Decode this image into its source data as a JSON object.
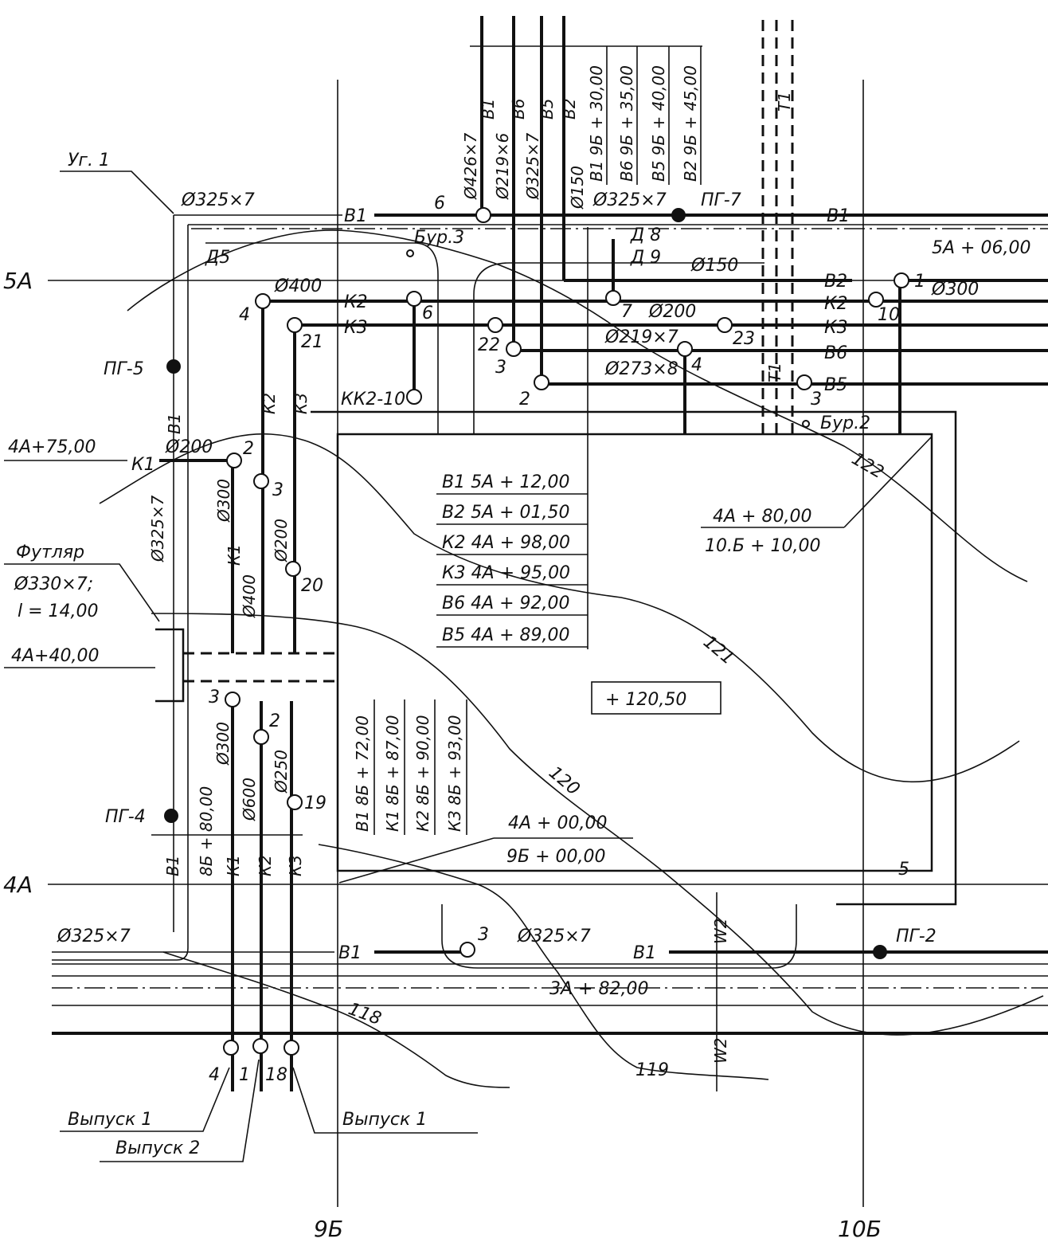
{
  "callouts": {
    "ug1": "Уг. 1",
    "futlyar": "Футляр",
    "futlyar_d": "Ø330×7;",
    "futlyar_l": "l = 14,00",
    "bur2": "Бур.2",
    "bur3": "Бур.3",
    "vypusk1_left": "Выпуск 1",
    "vypusk2": "Выпуск 2",
    "vypusk1_right": "Выпуск 1",
    "elev": "+ 120,50"
  },
  "axes": {
    "a5": "5А",
    "a4": "4А",
    "b9": "9Б",
    "b10": "10Б"
  },
  "chainage": {
    "a4_75": "4А+75,00",
    "a4_40": "4А+40,00",
    "a5_06": "5А + 06,00",
    "a4_80": "4А + 80,00",
    "b10_10": "10.Б + 10,00",
    "a4_00": "4А + 00,00",
    "b9_00": "9Б + 00,00",
    "a3_82": "3А + 82,00",
    "b8_80": "8Б + 80,00"
  },
  "hydrants": {
    "pg2": "ПГ-2",
    "pg4": "ПГ-4",
    "pg5": "ПГ-5",
    "pg7": "ПГ-7"
  },
  "pipes": {
    "b1": "В1",
    "b2": "В2",
    "b5": "В5",
    "b6": "В6",
    "k1": "К1",
    "k2": "К2",
    "k3": "К3",
    "t1": "Т1",
    "kk2_10": "КК2-10",
    "w2": "W2",
    "d5": "Д5",
    "d8": "Д 8",
    "d9": "Д 9"
  },
  "diameters": {
    "d325x7": "Ø325×7",
    "d426x7": "Ø426×7",
    "d219x6": "Ø219×6",
    "d150": "Ø150",
    "d400": "Ø400",
    "d300": "Ø300",
    "d200": "Ø200",
    "d219x7": "Ø219×7",
    "d273x8": "Ø273×8",
    "d600": "Ø600",
    "d250": "Ø250"
  },
  "nodes": [
    "1",
    "2",
    "3",
    "4",
    "5",
    "6",
    "7",
    "10",
    "18",
    "19",
    "20",
    "21",
    "22",
    "23"
  ],
  "contours": [
    "118",
    "119",
    "120",
    "121",
    "122"
  ],
  "table_top": [
    "В1 9Б + 30,00",
    "В6 9Б + 35,00",
    "В5 9Б + 40,00",
    "В2 9Б + 45,00"
  ],
  "table_center": [
    "В1 5А + 12,00",
    "В2 5А + 01,50",
    "К2 4А + 98,00",
    "К3 4А + 95,00",
    "В6 4А + 92,00",
    "В5 4А + 89,00"
  ],
  "table_bottom": [
    "В1 8Б + 72,00",
    "К1 8Б + 87,00",
    "К2 8Б + 90,00",
    "К3 8Б + 93,00"
  ]
}
